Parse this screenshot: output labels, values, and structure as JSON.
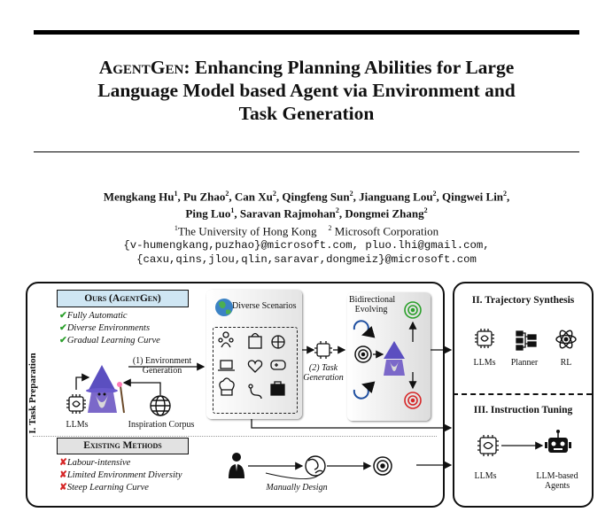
{
  "paper": {
    "title_smallcaps": "AgentGen",
    "title_rest_line1": ": Enhancing Planning Abilities for Large",
    "title_line2": "Language Model based Agent via Environment and",
    "title_line3": "Task Generation",
    "authors_line1": "Mengkang Hu, Pu Zhao, Can Xu, Qingfeng Sun, Jianguang Lou, Qingwei Lin,",
    "authors_line2": "Ping Luo, Saravan Rajmohan, Dongmei Zhang",
    "affiliation_1": "The University of Hong Kong",
    "affiliation_2": "Microsoft Corporation",
    "email_line1": "{v-humengkang,puzhao}@microsoft.com, pluo.lhi@gmail.com,",
    "email_line2": "{caxu,qins,jlou,qlin,saravar,dongmeiz}@microsoft.com"
  },
  "figure": {
    "section_1": "I. Task Preparation",
    "ours_label": "Ours (AgentGen)",
    "ours_features": [
      "Fully Automatic",
      "Diverse Environments",
      "Gradual Learning Curve"
    ],
    "env_gen_label": "(1) Environment Generation",
    "llms": "LLMs",
    "inspiration": "Inspiration Corpus",
    "diverse_scenarios": "Diverse Scenarios",
    "task_gen_label": "(2) Task Generation",
    "bidirectional": "Bidirectional Evolving",
    "existing_label": "Existing Methods",
    "existing_features": [
      "Labour-intensive",
      "Limited Environment Diversity",
      "Steep Learning Curve"
    ],
    "manually_design": "Manually Design",
    "section_2": "II. Trajectory Synthesis",
    "synth_items": [
      "LLMs",
      "Planner",
      "RL"
    ],
    "section_3": "III. Instruction Tuning",
    "tuning_left": "LLMs",
    "tuning_right": "LLM-based Agents",
    "colors": {
      "ours_bg": "#cfe6f3",
      "check": "#2ca02c",
      "cross": "#d62728",
      "target_green": "#2ca02c",
      "target_red": "#d62728",
      "wizard": "#6a5acd"
    }
  }
}
